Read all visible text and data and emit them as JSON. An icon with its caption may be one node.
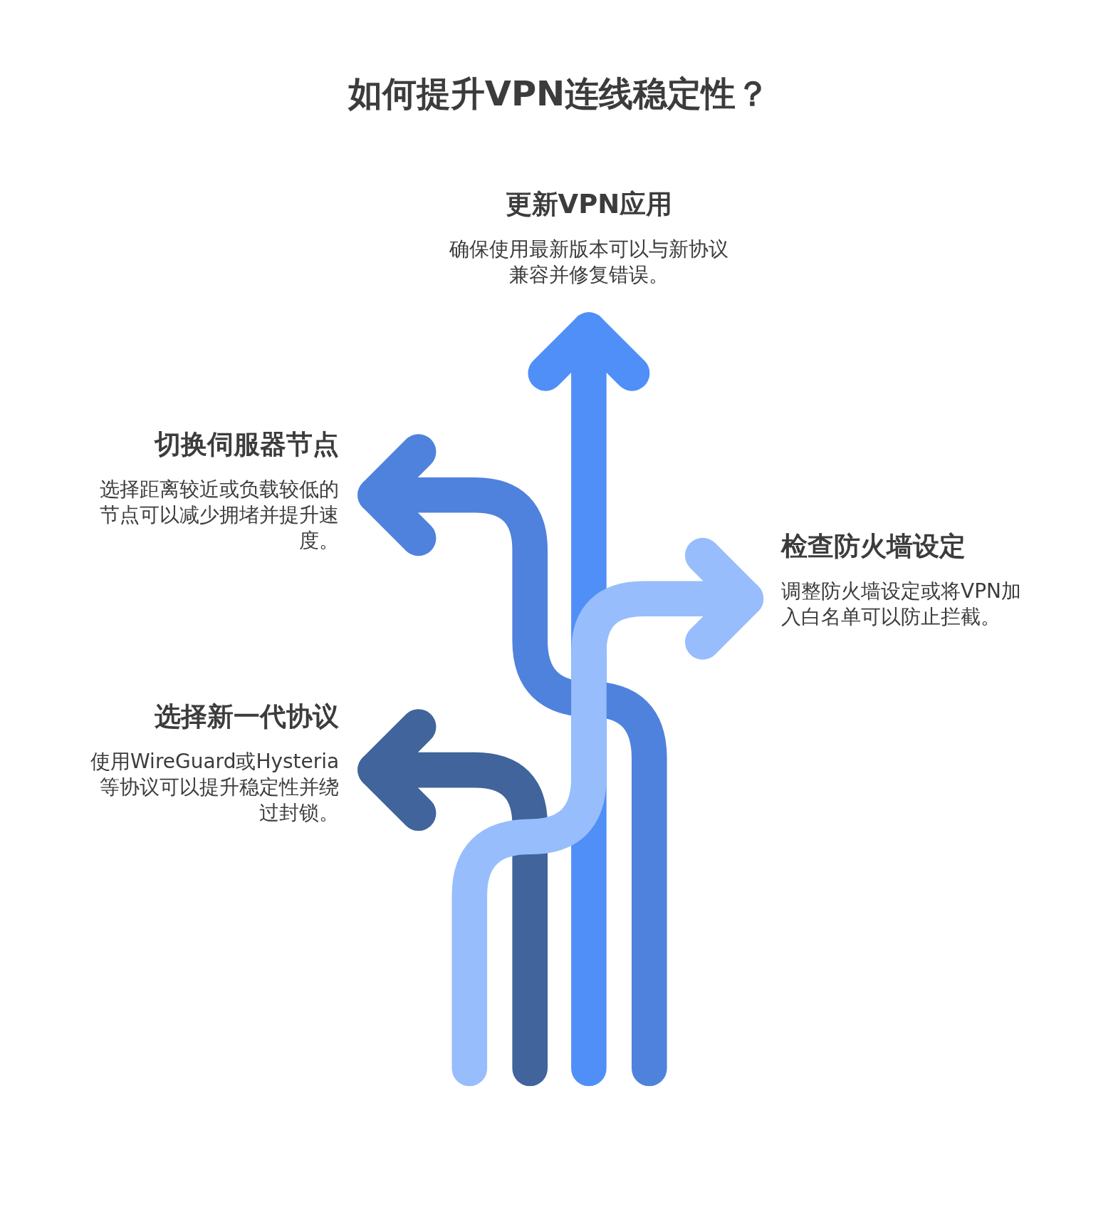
{
  "diagram": {
    "title": "如何提升VPN连线稳定性？",
    "nodes": [
      {
        "text": [
          "更新VPN应用",
          "确保使用最新版本可以与新协议兼容并修复错误。"
        ]
      },
      {
        "text": [
          "切换伺服器节点",
          "选择距离较近或负载较低的节点可以减少拥堵并提升速度。"
        ]
      },
      {
        "text": [
          "检查防火墙设定",
          "调整防火墙设定或将VPN加入白名单可以防止拦截。"
        ]
      },
      {
        "text": [
          "选择新一代协议",
          "使用WireGuard或Hysteria等协议可以提升稳定性并绕过封锁。"
        ]
      }
    ],
    "edges": [
      {
        "from": null,
        "to": 0,
        "arrow": "to",
        "color": "#4f8ff7"
      },
      {
        "from": null,
        "to": 1,
        "arrow": "to",
        "color": "#4f82dc"
      },
      {
        "from": null,
        "to": 2,
        "arrow": "to",
        "color": "#97bdfc"
      },
      {
        "from": null,
        "to": 3,
        "arrow": "to",
        "color": "#40649b"
      }
    ]
  }
}
